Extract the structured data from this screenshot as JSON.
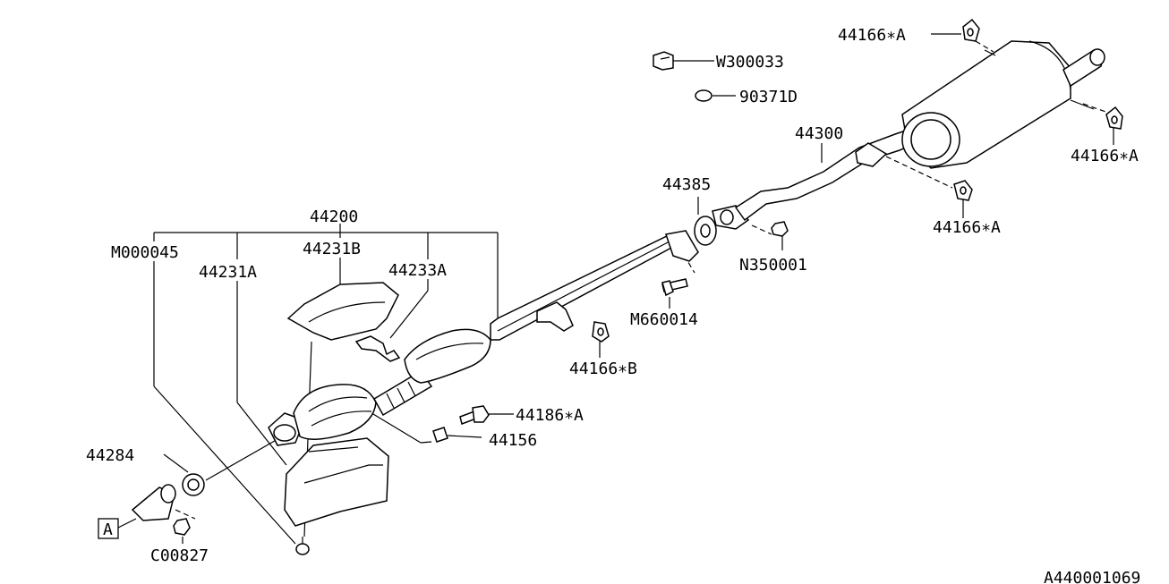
{
  "labels": {
    "p44200": "44200",
    "p44231B": "44231B",
    "p44233A": "44233A",
    "p44231A": "44231A",
    "pM000045": "M000045",
    "p44284": "44284",
    "pC00827": "C00827",
    "pA": "A",
    "p44186A": "44186∗A",
    "p44156": "44156",
    "p44166B": "44166∗B",
    "pM660014": "M660014",
    "p44385": "44385",
    "pN350001": "N350001",
    "p44300": "44300",
    "p44166A_top": "44166∗A",
    "p44166A_right": "44166∗A",
    "p44166A_mid": "44166∗A",
    "pW300033": "W300033",
    "p90371D": "90371D",
    "diagram_id": "A440001069"
  }
}
